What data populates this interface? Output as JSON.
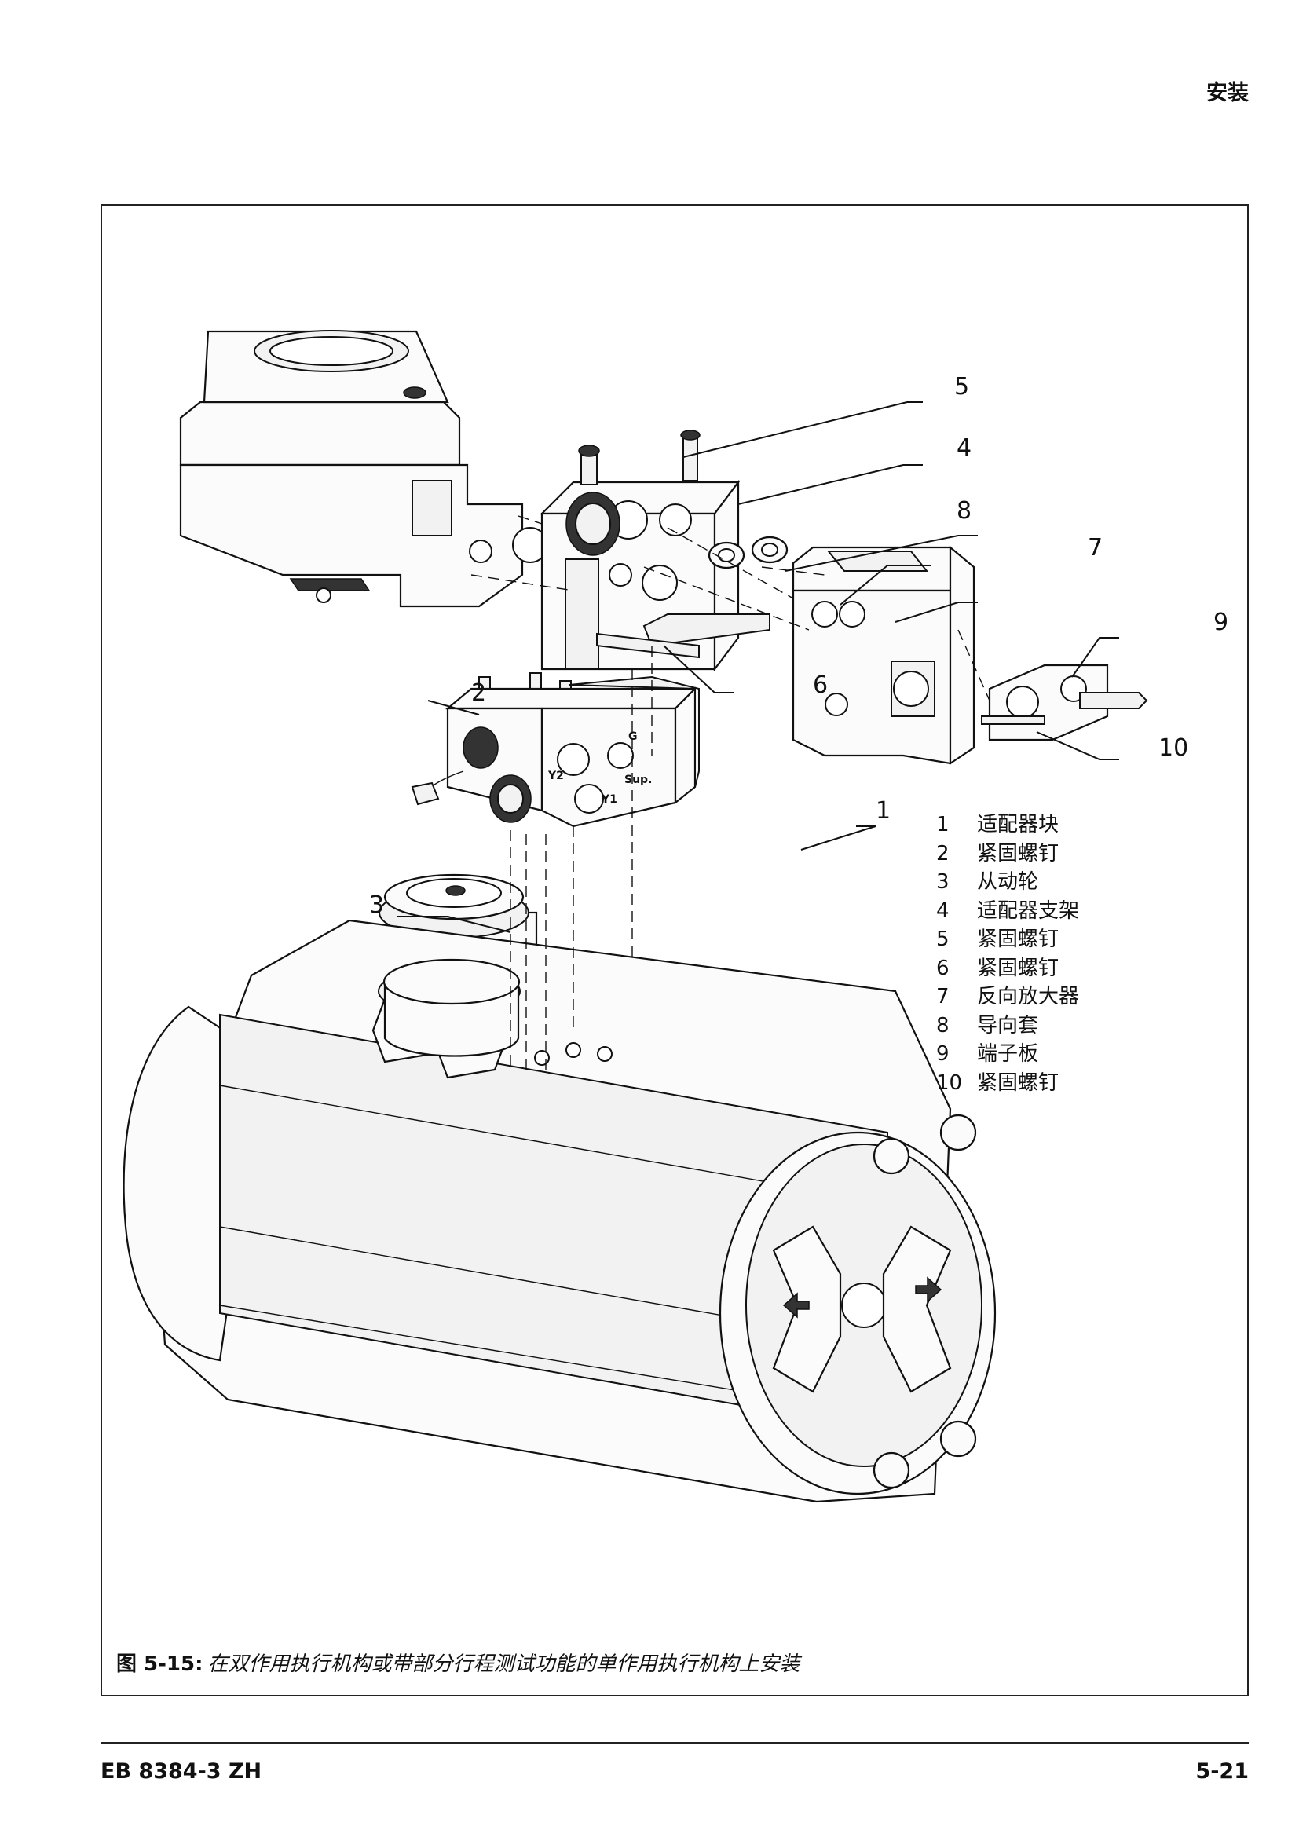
{
  "header": {
    "section": "安装"
  },
  "figure": {
    "callouts": [
      "1",
      "2",
      "3",
      "4",
      "5",
      "6",
      "7",
      "8",
      "9",
      "10"
    ],
    "legend": [
      {
        "num": "1",
        "label": "适配器块"
      },
      {
        "num": "2",
        "label": "紧固螺钉"
      },
      {
        "num": "3",
        "label": "从动轮"
      },
      {
        "num": "4",
        "label": "适配器支架"
      },
      {
        "num": "5",
        "label": "紧固螺钉"
      },
      {
        "num": "6",
        "label": "紧固螺钉"
      },
      {
        "num": "7",
        "label": "反向放大器"
      },
      {
        "num": "8",
        "label": "导向套"
      },
      {
        "num": "9",
        "label": "端子板"
      },
      {
        "num": "10",
        "label": "紧固螺钉"
      }
    ],
    "port_labels": [
      "Y2",
      "Y1",
      "Sup.",
      "G"
    ],
    "caption_label": "图 5-15:",
    "caption_text": "在双作用执行机构或带部分行程测试功能的单作用执行机构上安装"
  },
  "footer": {
    "doc_id": "EB 8384-3 ZH",
    "page": "5-21"
  }
}
